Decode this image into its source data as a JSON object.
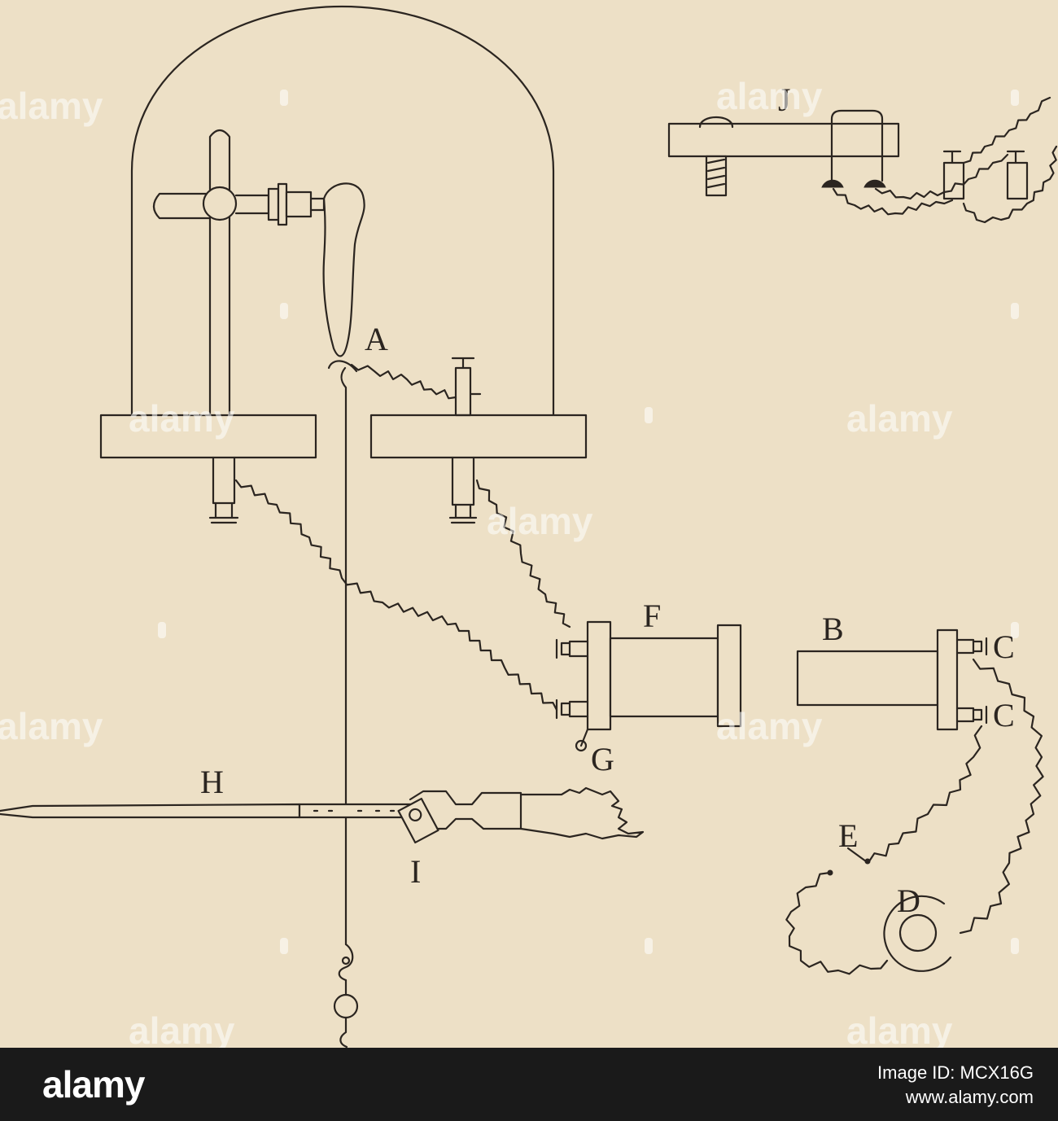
{
  "diagram": {
    "labels": {
      "A": "A",
      "B": "B",
      "C1": "C",
      "C2": "C",
      "D": "D",
      "E": "E",
      "F": "F",
      "G": "G",
      "H": "H",
      "I": "I",
      "J": "J"
    }
  },
  "watermark": {
    "text": "alamy"
  },
  "footer": {
    "logo": "alamy",
    "image_id": "Image ID: MCX16G",
    "site": "www.alamy.com"
  },
  "colors": {
    "paper": "#ede0c6",
    "ink": "#2b2520",
    "footer_bg": "#1a1a1a",
    "footer_text": "#ffffff"
  }
}
